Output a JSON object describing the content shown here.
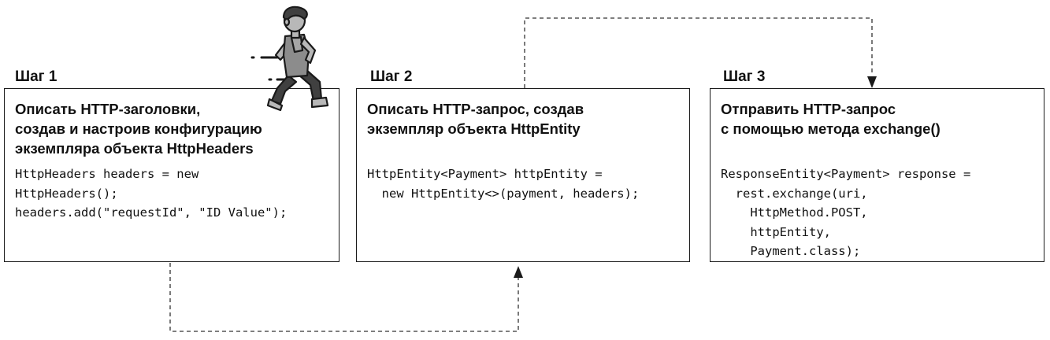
{
  "steps": [
    {
      "label": "Шаг 1",
      "title": "Описать HTTP-заголовки,\nсоздав и настроив конфигурацию\nэкземпляра объекта HttpHeaders",
      "code": "HttpHeaders headers = new\nHttpHeaders();\nheaders.add(\"requestId\", \"ID Value\");"
    },
    {
      "label": "Шаг 2",
      "title": "Описать HTTP-запрос, создав\nэкземпляр объекта HttpEntity",
      "code": "HttpEntity<Payment> httpEntity =\n  new HttpEntity<>(payment, headers);"
    },
    {
      "label": "Шаг 3",
      "title": "Отправить HTTP-запрос\nс помощью метода exchange()",
      "code": "ResponseEntity<Payment> response =\n  rest.exchange(uri,\n    HttpMethod.POST,\n    httpEntity,\n    Payment.class);"
    }
  ],
  "illustration": {
    "icon": "running-person-icon",
    "colors": {
      "skin": "#b8b8b8",
      "shirt": "#8c8c8c",
      "dark": "#404040",
      "outline": "#1a1a1a"
    }
  },
  "connectors": {
    "style": "dashed",
    "color": "#333333"
  }
}
